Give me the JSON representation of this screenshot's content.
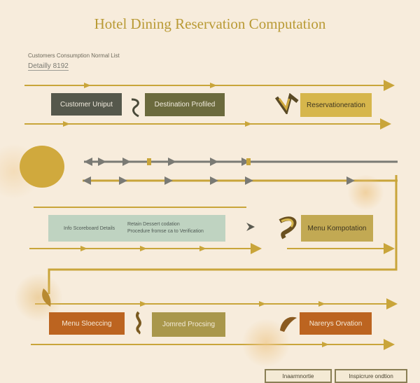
{
  "title": "Hotel Dining Reservation Computation",
  "subtitle": "Customers Consumption Normal List",
  "subtitle_code": "Detailly 8192",
  "boxes": {
    "customer_input": "Customer Uniput",
    "destination_profile": "Destination Profiled",
    "reservation_verification": "Reservationeration",
    "info_left": "Info Scoreboard Details",
    "info_right_line1": "Retain Dessert codation",
    "info_right_line2": "Procedure fromse ca to Verification",
    "menu_computation": "Menu Kompotation",
    "menu_selecting": "Menu Sloeccing",
    "prepared_processing": "Jomred Procsing",
    "nutrition_overview": "Narerys Orvation",
    "bottom_left": "Inaarmnortie",
    "bottom_right": "Inspicrure ondtion"
  },
  "colors": {
    "background": "#f7ecdc",
    "accent_gold": "#c9a53a",
    "line_gray": "#7a7a74",
    "box_dark": "#55584c",
    "box_olive": "#6b6a3d",
    "box_gold": "#d6b64c",
    "box_orange": "#bc6420",
    "box_khaki": "#c2a953",
    "box_mint": "#bfd3c1"
  },
  "icons": [
    "swirl-connector-icon",
    "gold-flourish-icon",
    "gold-sphere-icon",
    "leaf-icon"
  ]
}
